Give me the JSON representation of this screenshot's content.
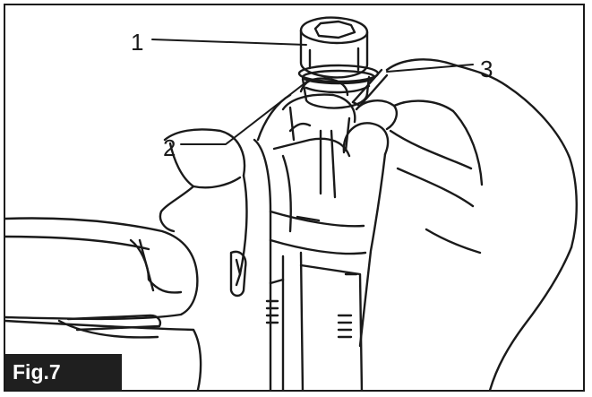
{
  "figure": {
    "label": "Fig.7",
    "callouts": [
      "1",
      "2",
      "3"
    ]
  },
  "parts": [
    {
      "id": 1,
      "icon": "socket-icon"
    },
    {
      "id": 2,
      "icon": "o-ring-icon"
    },
    {
      "id": 3,
      "icon": "pin-icon"
    }
  ],
  "colors": {
    "ink": "#1a1a1a",
    "background": "#ffffff",
    "label_bg": "#1f1f1f",
    "label_text": "#ffffff"
  }
}
